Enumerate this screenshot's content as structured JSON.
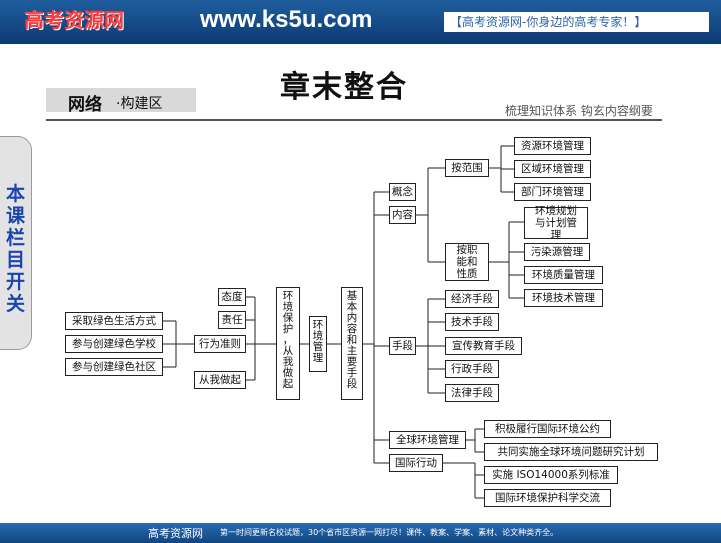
{
  "header": {
    "logo": "高考资源网",
    "site": "www.ks5u.com",
    "slogan": "【高考资源网-你身边的高考专家！】"
  },
  "title": "章末整合",
  "section": {
    "main": "网络",
    "sub": "·构建区"
  },
  "subtitle": "梳理知识体系    钩玄内容纲要",
  "sidebar": "本课栏目开关",
  "footer": {
    "brand": "高考资源网",
    "text": "第一时间更新名校试题，30个省市区资源一网打尽！课件、教案、学案、素材、论文种类齐全。"
  },
  "nodes": {
    "green_life": "采取绿色生活方式",
    "green_school": "参与创建绿色学校",
    "green_community": "参与创建绿色社区",
    "attitude": "态度",
    "responsibility": "责任",
    "code": "行为准则",
    "from_me": "从我做起",
    "env_protect": "环境保护，从我做起",
    "env_manage": "环境管理",
    "basic": "基本内容和主要手段",
    "concept": "概念",
    "content": "内容",
    "means": "手段",
    "global_mgmt": "全球环境管理",
    "intl_action": "国际行动",
    "by_scope": "按范围",
    "by_function": "按职能和性质",
    "resource": "资源环境管理",
    "region": "区域环境管理",
    "sector": "部门环境管理",
    "plan": "环境规划与计划管理",
    "pollution": "污染源管理",
    "quality": "环境质量管理",
    "tech_mgmt": "环境技术管理",
    "economic": "经济手段",
    "technical": "技术手段",
    "education": "宣传教育手段",
    "admin": "行政手段",
    "legal": "法律手段",
    "convention": "积极履行国际环境公约",
    "research": "共同实施全球环境问题研究计划",
    "iso": "实施 ISO14000系列标准",
    "science": "国际环境保护科学交流"
  }
}
